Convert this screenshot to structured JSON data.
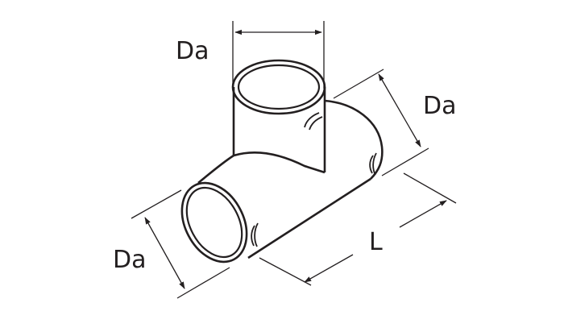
{
  "diagram": {
    "subject": "T-piece pipe fitting",
    "stroke_color": "#231f20",
    "background": "#ffffff",
    "labels": {
      "top_diameter": "Da",
      "right_diameter": "Da",
      "left_diameter": "Da",
      "length": "L"
    }
  }
}
